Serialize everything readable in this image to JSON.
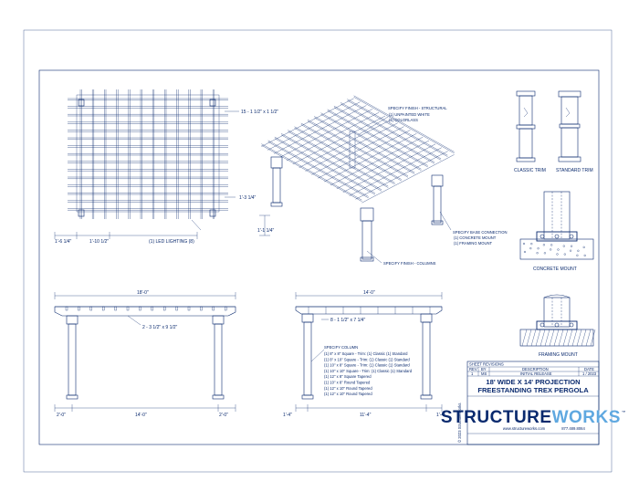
{
  "plan": {
    "rafter_note": "15 - 1 1/2\" x 1 1/2\"",
    "dim_overhang_right": "1'-3 1/4\"",
    "dim_overhang_right2": "1'-1 1/4\"",
    "dim_left": "1'-6 1/4\"",
    "dim_span": "1'-10 1/2\"",
    "spacing_note": "(1) LED LIGHTING (8)"
  },
  "iso": {
    "finish_title": "SPECIFY FINISH - STRUCTURAL",
    "finish_opt1": "(1) UNPAINTED WHITE",
    "finish_opt2": "(1) COLORLASS",
    "base_title": "SPECIFY BASE CONNECTION",
    "base_opt1": "(1) CONCRETE MOUNT",
    "base_opt2": "(1) FRAMING MOUNT",
    "column_finish": "SPECIFY FINISH - COLUMNS"
  },
  "trim": {
    "classic": "CLASSIC TRIM",
    "standard": "STANDARD TRIM"
  },
  "mounts": {
    "concrete": "CONCRETE MOUNT",
    "framing": "FRAMING MOUNT"
  },
  "front": {
    "overall": "18'-0\"",
    "beam_note": "2 - 3 1/2\" x 9 1/2\"",
    "dim_left": "2'-0\"",
    "dim_mid": "14'-0\"",
    "dim_right": "2'-0\""
  },
  "side": {
    "overall": "14'-0\"",
    "rafter_note": "8 - 1 1/2\" x 7 1/4\"",
    "dim_left": "1'-4\"",
    "dim_mid": "11'-4\"",
    "dim_right": "1'-4\"",
    "column_title": "SPECIFY COLUMN",
    "column_options": [
      "(1) 8\" x 8\" Square - Trim: (1) Classic (1) Standard",
      "(1) 8\" x 10\" Square - Trim: (1) Classic (1) Standard",
      "(1) 10\" x 8\" Square - Trim: (1) Classic (1) Standard",
      "(1) 10\" x 10\" Square - Trim: (1) Classic (1) Standard",
      "(1) 12\" x 8\" Square Tapered",
      "(1) 10\" x 8\" Round Tapered",
      "(1) 12\" x 10\" Round Tapered",
      "(1) 12\" x 10\" Round Tapered"
    ]
  },
  "titleblock": {
    "revision_label": "SHEET REVISIONS",
    "col_rev": "REV",
    "col_by": "BY",
    "col_desc": "DESCRIPTION",
    "col_date": "DATE",
    "row_rev": "1",
    "row_by": "MS",
    "row_desc": "INITIAL RELEASE",
    "row_date": "1 / 2023",
    "title_line1": "18' WIDE X 14' PROJECTION",
    "title_line2": "FREESTANDING TREX PERGOLA",
    "brand_a": "STRUCTURE",
    "brand_b": "WORKS",
    "tm": "™",
    "website": "www.structureworks.com",
    "phone": "877.489.8064",
    "copyright": "© 2023 StructureWorks"
  }
}
